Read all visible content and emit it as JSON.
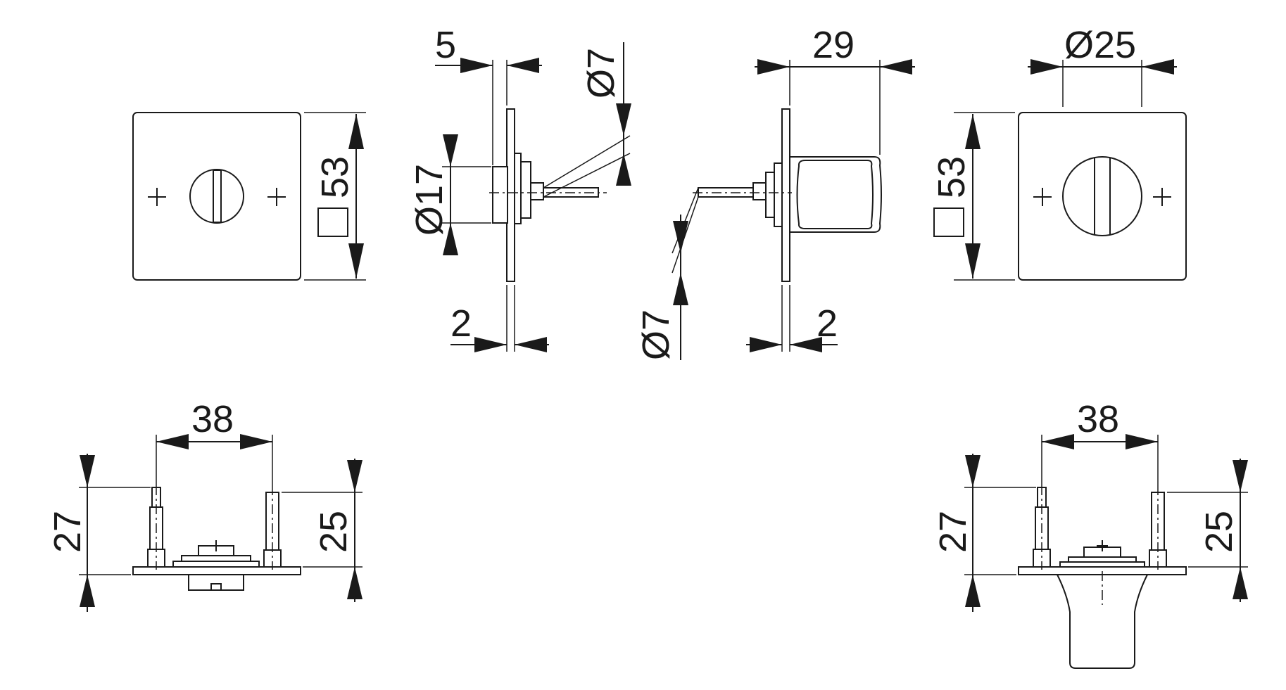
{
  "dimensions": {
    "front_left_square": "53",
    "stem_length_offset": "5",
    "rose_diameter": "Ø17",
    "spindle_dia_top": "Ø7",
    "plate_thickness_left": "2",
    "knob_projection": "29",
    "spindle_dia_bottom": "Ø7",
    "plate_thickness_right": "2",
    "front_right_square": "53",
    "knob_diameter": "Ø25",
    "bottom_left_spacing": "38",
    "bottom_left_height_outer": "27",
    "bottom_left_height_inner": "25",
    "bottom_right_spacing": "38",
    "bottom_right_height_outer": "27",
    "bottom_right_height_inner": "25"
  }
}
